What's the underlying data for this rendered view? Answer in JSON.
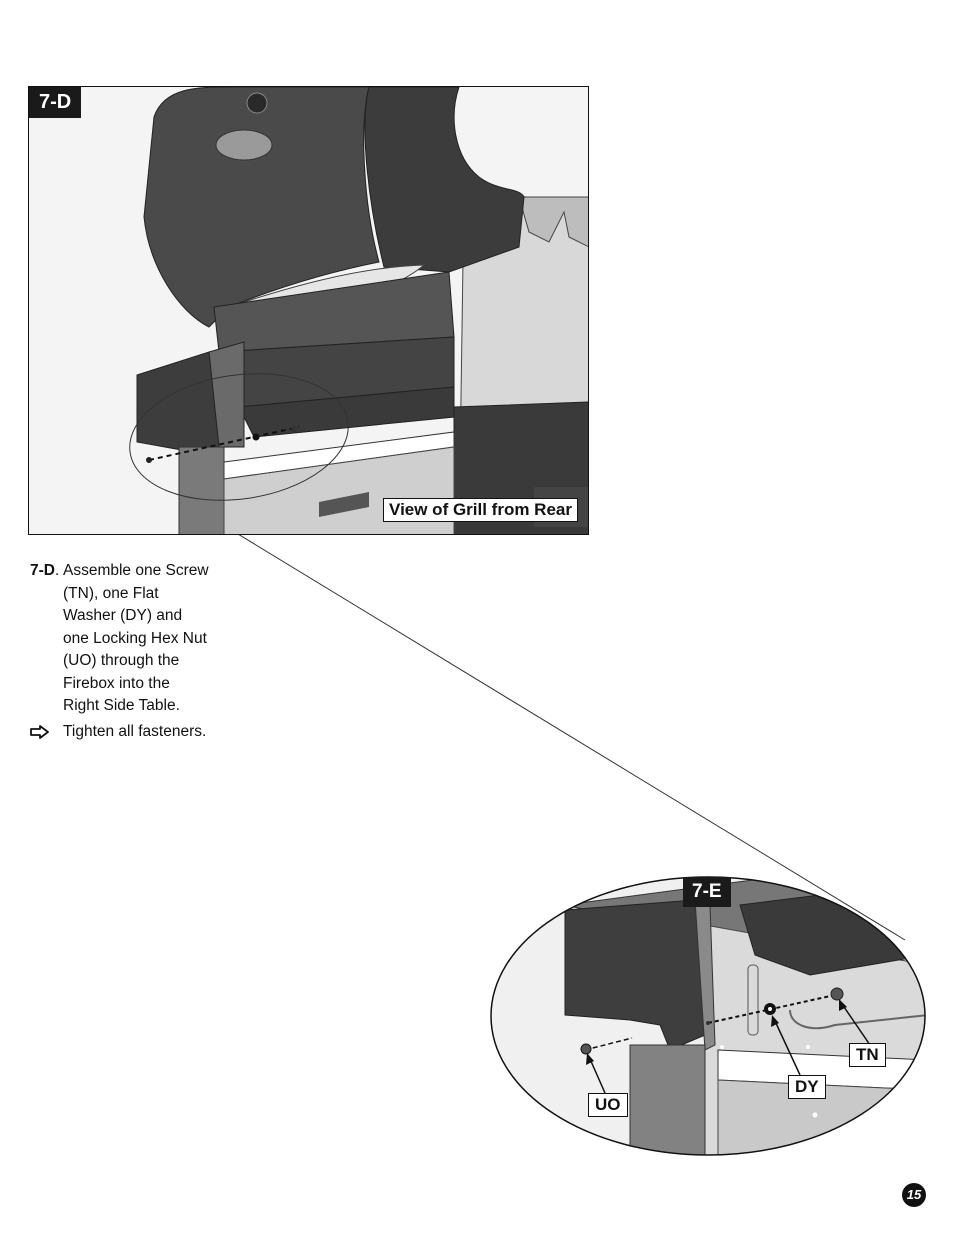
{
  "figure_d": {
    "badge": "7-D",
    "caption": "View of Grill from Rear"
  },
  "instructions": {
    "step_id": "7-D",
    "step_lines": [
      "Assemble one Screw",
      "(TN), one Flat",
      "Washer (DY) and",
      "one Locking Hex Nut",
      "(UO) through the",
      "Firebox into the",
      "Right Side Table."
    ],
    "tip_icon": "arrow-right-icon",
    "tip": "Tighten all fasteners."
  },
  "figure_e": {
    "badge": "7-E",
    "labels": {
      "tn": "TN",
      "dy": "DY",
      "uo": "UO"
    }
  },
  "page_number": "15"
}
